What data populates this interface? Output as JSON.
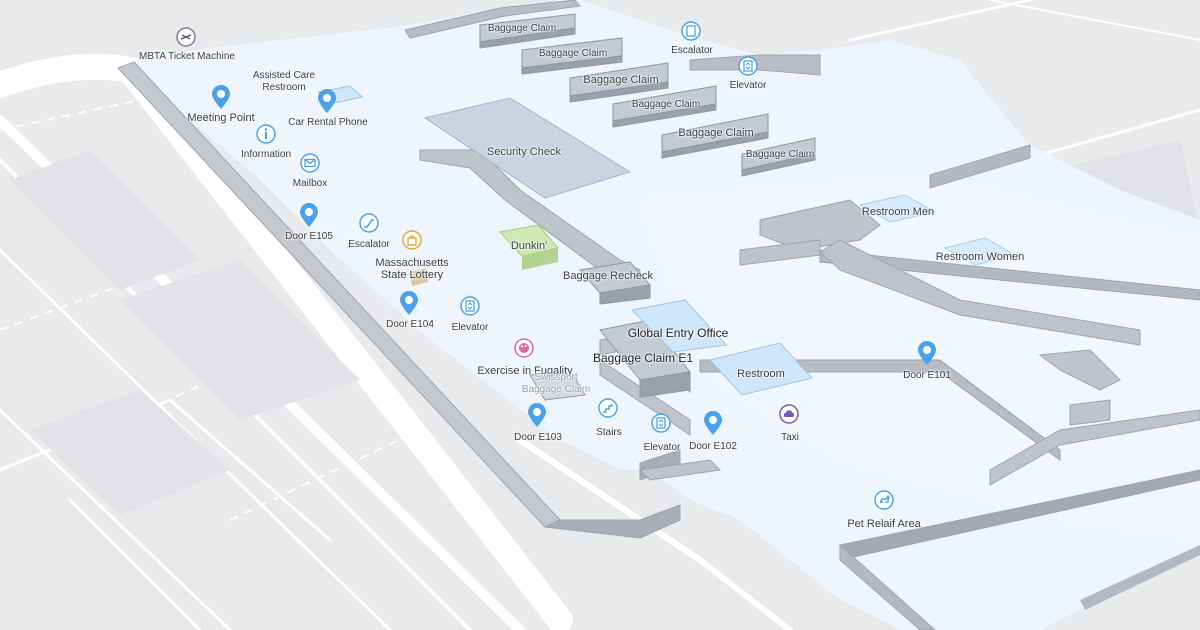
{
  "map": {
    "colors": {
      "ground": "#e9eaec",
      "terminal_floor": "#eef5fd",
      "wall_top": "#c7ccd3",
      "wall_side": "#9ea4ad",
      "security": "#c9d3e1",
      "food": "#cdeab3",
      "restroom": "#cfe6fb",
      "road_dash": "#ffffff",
      "pin_blue": "#4aa3ea",
      "pin_purple": "#7e57c2",
      "pin_pink": "#d86aa5",
      "pin_gold": "#e3a33a"
    },
    "labels": {
      "mbta": "MBTA Ticket Machine",
      "assisted": "Assisted Care\nRestroom",
      "meeting": "Meeting Point",
      "car_rental": "Car Rental Phone",
      "information": "Information",
      "mailbox": "Mailbox",
      "door_e105": "Door E105",
      "escalator_left": "Escalator",
      "lottery": "Massachusetts\nState Lottery",
      "door_e104": "Door E104",
      "elevator_mid": "Elevator",
      "exercise": "Exercise in Fugality",
      "swissport": "Swissport\nBaggage Claim",
      "door_e103": "Door E103",
      "stairs": "Stairs",
      "elevator_low": "Elevator",
      "door_e102": "Door E102",
      "taxi": "Taxi",
      "door_e101": "Door E101",
      "pet_relief": "Pet Relaif Area",
      "baggage_claim_1": "Baggage Claim",
      "baggage_claim_2": "Baggage Claim",
      "baggage_claim_3": "Baggage Claim",
      "baggage_claim_4": "Baggage Claim",
      "baggage_claim_5": "Baggage Claim",
      "baggage_claim_6": "Baggage Claim",
      "escalator_top": "Escalator",
      "elevator_top": "Elevator",
      "security_check": "Security Check",
      "dunkin": "Dunkin'",
      "baggage_recheck": "Baggage Recheck",
      "restroom_men": "Restroom Men",
      "restroom_women": "Restroom  Women",
      "global_entry": "Global Entry Office",
      "baggage_claim_e1": "Baggage Claim E1",
      "restroom": "Restroom"
    },
    "icons": {
      "mbta": "bus-ticket-icon",
      "meeting": "location-pin-icon",
      "car_rental": "location-pin-icon",
      "information": "info-icon",
      "mailbox": "mail-icon",
      "door_e105": "door-pin-icon",
      "escalator_left": "escalator-icon",
      "lottery": "shopping-bag-icon",
      "door_e104": "door-pin-icon",
      "elevator_mid": "elevator-icon",
      "exercise": "art-palette-icon",
      "door_e103": "door-pin-icon",
      "stairs": "stairs-icon",
      "elevator_low": "elevator-icon",
      "door_e102": "door-pin-icon",
      "taxi": "taxi-icon",
      "door_e101": "door-pin-icon",
      "pet_relief": "dog-icon",
      "escalator_top": "escalator-icon",
      "elevator_top": "elevator-icon"
    }
  }
}
